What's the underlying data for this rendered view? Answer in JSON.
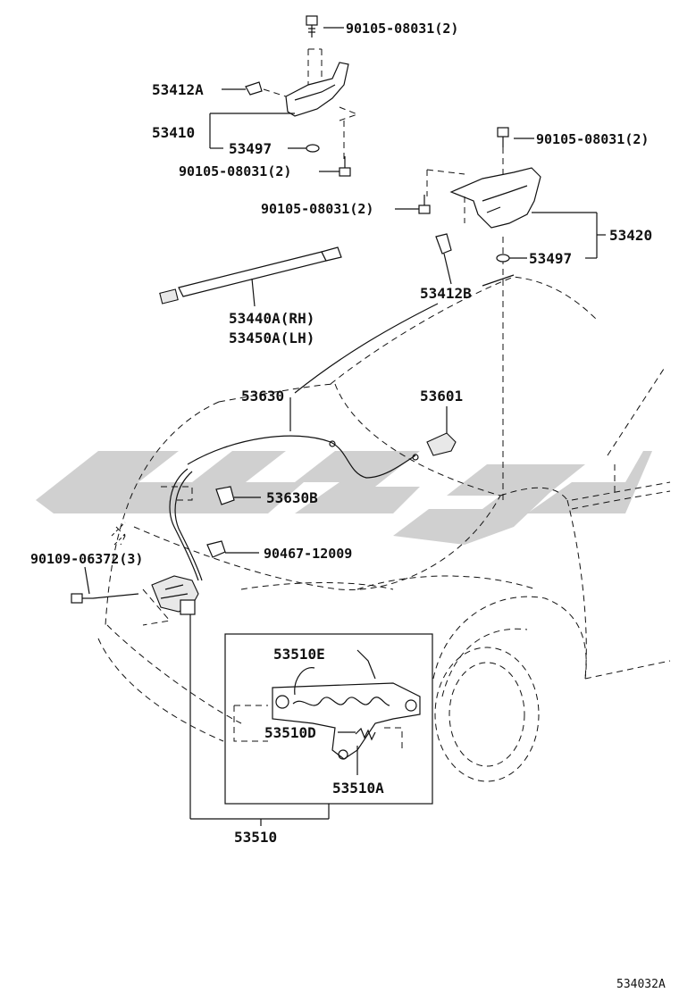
{
  "diagram": {
    "reference": "534032A",
    "labels": {
      "bolt_top_1": "90105-08031(2)",
      "bolt_top_2": "90105-08031(2)",
      "bolt_left_mid": "90105-08031(2)",
      "bolt_right_mid": "90105-08031(2)",
      "clip_a": "53412A",
      "hinge_lh": "53410",
      "washer_lh": "53497",
      "hinge_rh": "53420",
      "washer_rh": "53497",
      "clip_b": "53412B",
      "support_rh": "53440A(RH)",
      "support_lh": "53450A(LH)",
      "cable": "53630",
      "lever": "53601",
      "cable_clamp": "53630B",
      "clamp": "90467-12009",
      "lock_bolts": "90109-06372(3)",
      "lock_sub_e": "53510E",
      "lock_sub_d": "53510D",
      "lock_sub_a": "53510A",
      "lock_assy": "53510"
    }
  }
}
